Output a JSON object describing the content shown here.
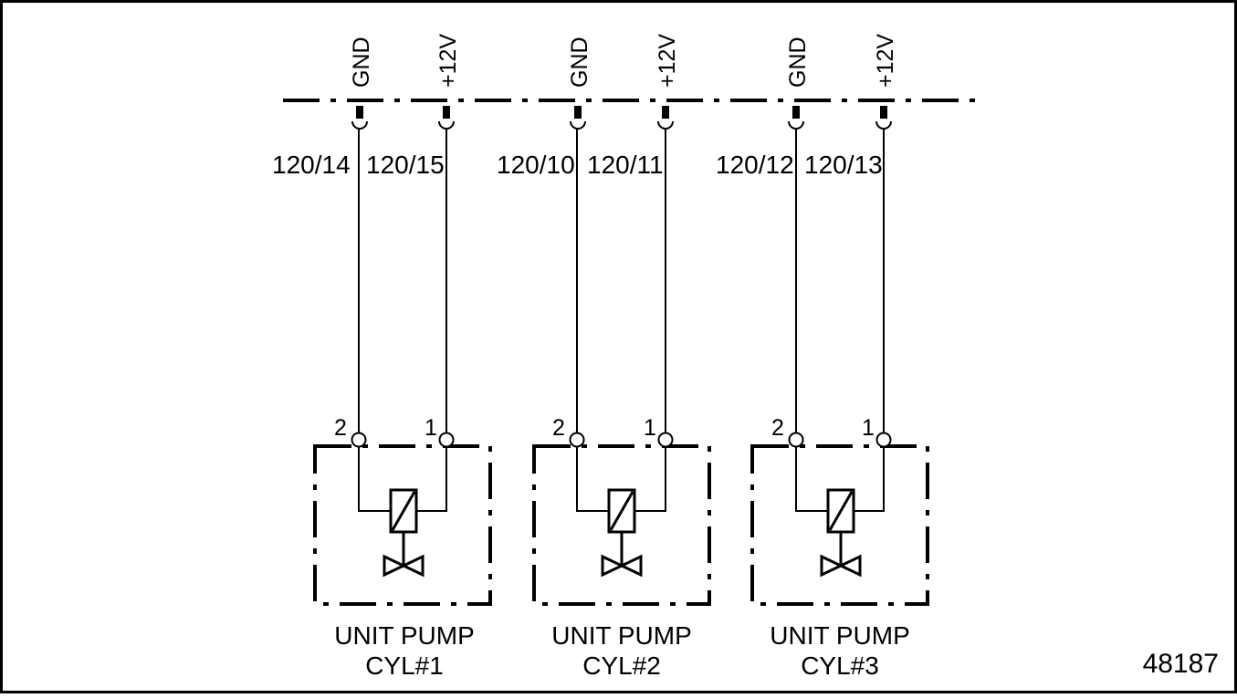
{
  "connector_pins": [
    {
      "name": "GND"
    },
    {
      "name": "+12V"
    },
    {
      "name": "GND"
    },
    {
      "name": "+12V"
    },
    {
      "name": "GND"
    },
    {
      "name": "+12V"
    }
  ],
  "wires": [
    "120/14",
    "120/15",
    "120/10",
    "120/11",
    "120/12",
    "120/13"
  ],
  "pumps": [
    {
      "line1": "UNIT PUMP",
      "line2": "CYL#1",
      "pin_left": "2",
      "pin_right": "1"
    },
    {
      "line1": "UNIT PUMP",
      "line2": "CYL#2",
      "pin_left": "2",
      "pin_right": "1"
    },
    {
      "line1": "UNIT PUMP",
      "line2": "CYL#3",
      "pin_left": "2",
      "pin_right": "1"
    }
  ],
  "figure_number": "48187",
  "colors": {
    "line": "#000000",
    "background": "#ffffff"
  }
}
